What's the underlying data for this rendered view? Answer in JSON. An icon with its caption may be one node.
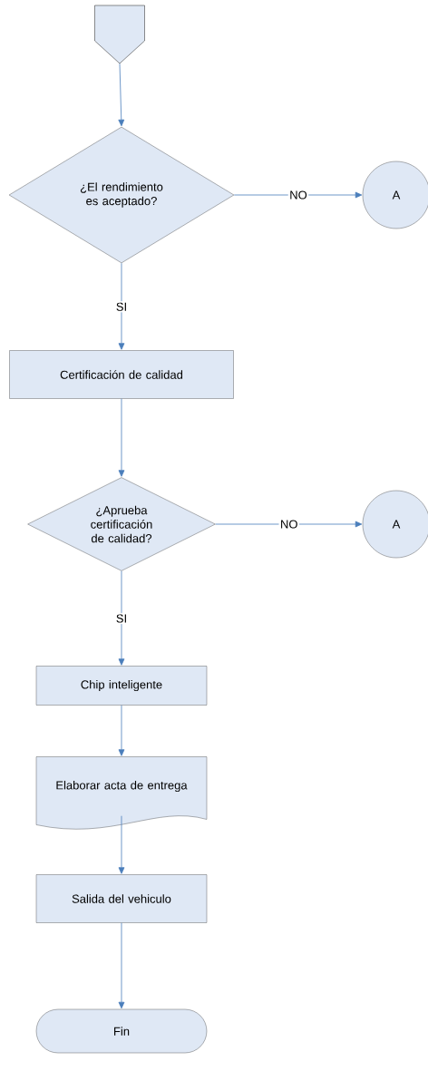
{
  "diagram": {
    "nodes": [
      {
        "text": [],
        "shape": "pentagon"
      },
      {
        "text": [
          "¿El rendimiento es aceptado?"
        ]
      },
      {
        "text": [
          "A"
        ]
      },
      {
        "text": [
          "Certificación de calidad"
        ]
      },
      {
        "text": [
          "¿Aprueba certificación de calidad?"
        ]
      },
      {
        "text": [
          "A"
        ]
      },
      {
        "text": [
          "Chip inteligente"
        ]
      },
      {
        "text": [
          "Elaborar acta de entrega"
        ]
      },
      {
        "text": [
          "Salida del vehiculo"
        ]
      },
      {
        "text": [
          "Fin"
        ]
      }
    ],
    "edges": [
      {
        "from": 0,
        "to": 1,
        "arrow": "to"
      },
      {
        "from": 1,
        "to": 2,
        "arrow": "to",
        "label": "NO"
      },
      {
        "from": 1,
        "to": 3,
        "arrow": "to",
        "label": "SI"
      },
      {
        "from": 3,
        "to": 4,
        "arrow": "to"
      },
      {
        "from": 4,
        "to": 5,
        "arrow": "to",
        "label": "NO"
      },
      {
        "from": 4,
        "to": 6,
        "arrow": "to",
        "label": "SI"
      },
      {
        "from": 6,
        "to": 7,
        "arrow": "to"
      },
      {
        "from": 7,
        "to": 8,
        "arrow": "to"
      },
      {
        "from": 8,
        "to": 9,
        "arrow": "to"
      }
    ]
  }
}
